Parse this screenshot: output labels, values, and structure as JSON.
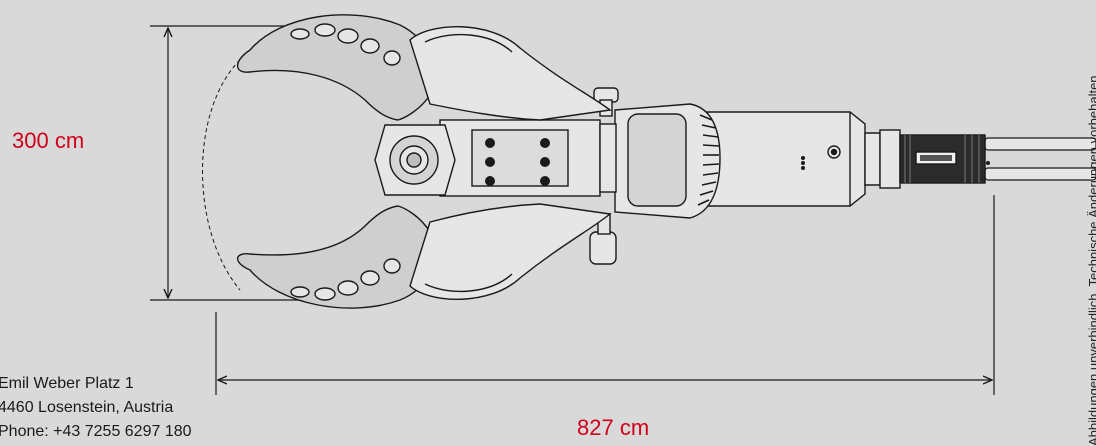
{
  "colors": {
    "background": "#d9d9d9",
    "line": "#1a1a1a",
    "dimension_text": "#d0021b",
    "body_fill": "#e6e6e6",
    "blade_fill": "#cfcfcf"
  },
  "dimensions": {
    "height_label": "300 cm",
    "width_label": "827 cm"
  },
  "address": {
    "line1": "Emil Weber Platz 1",
    "line2": "4460 Losenstein, Austria",
    "line3": "Phone: +43 7255 6297 180"
  },
  "side_note": "Abbildungen unverbindlich. Technische Änderungen vorbehalten."
}
